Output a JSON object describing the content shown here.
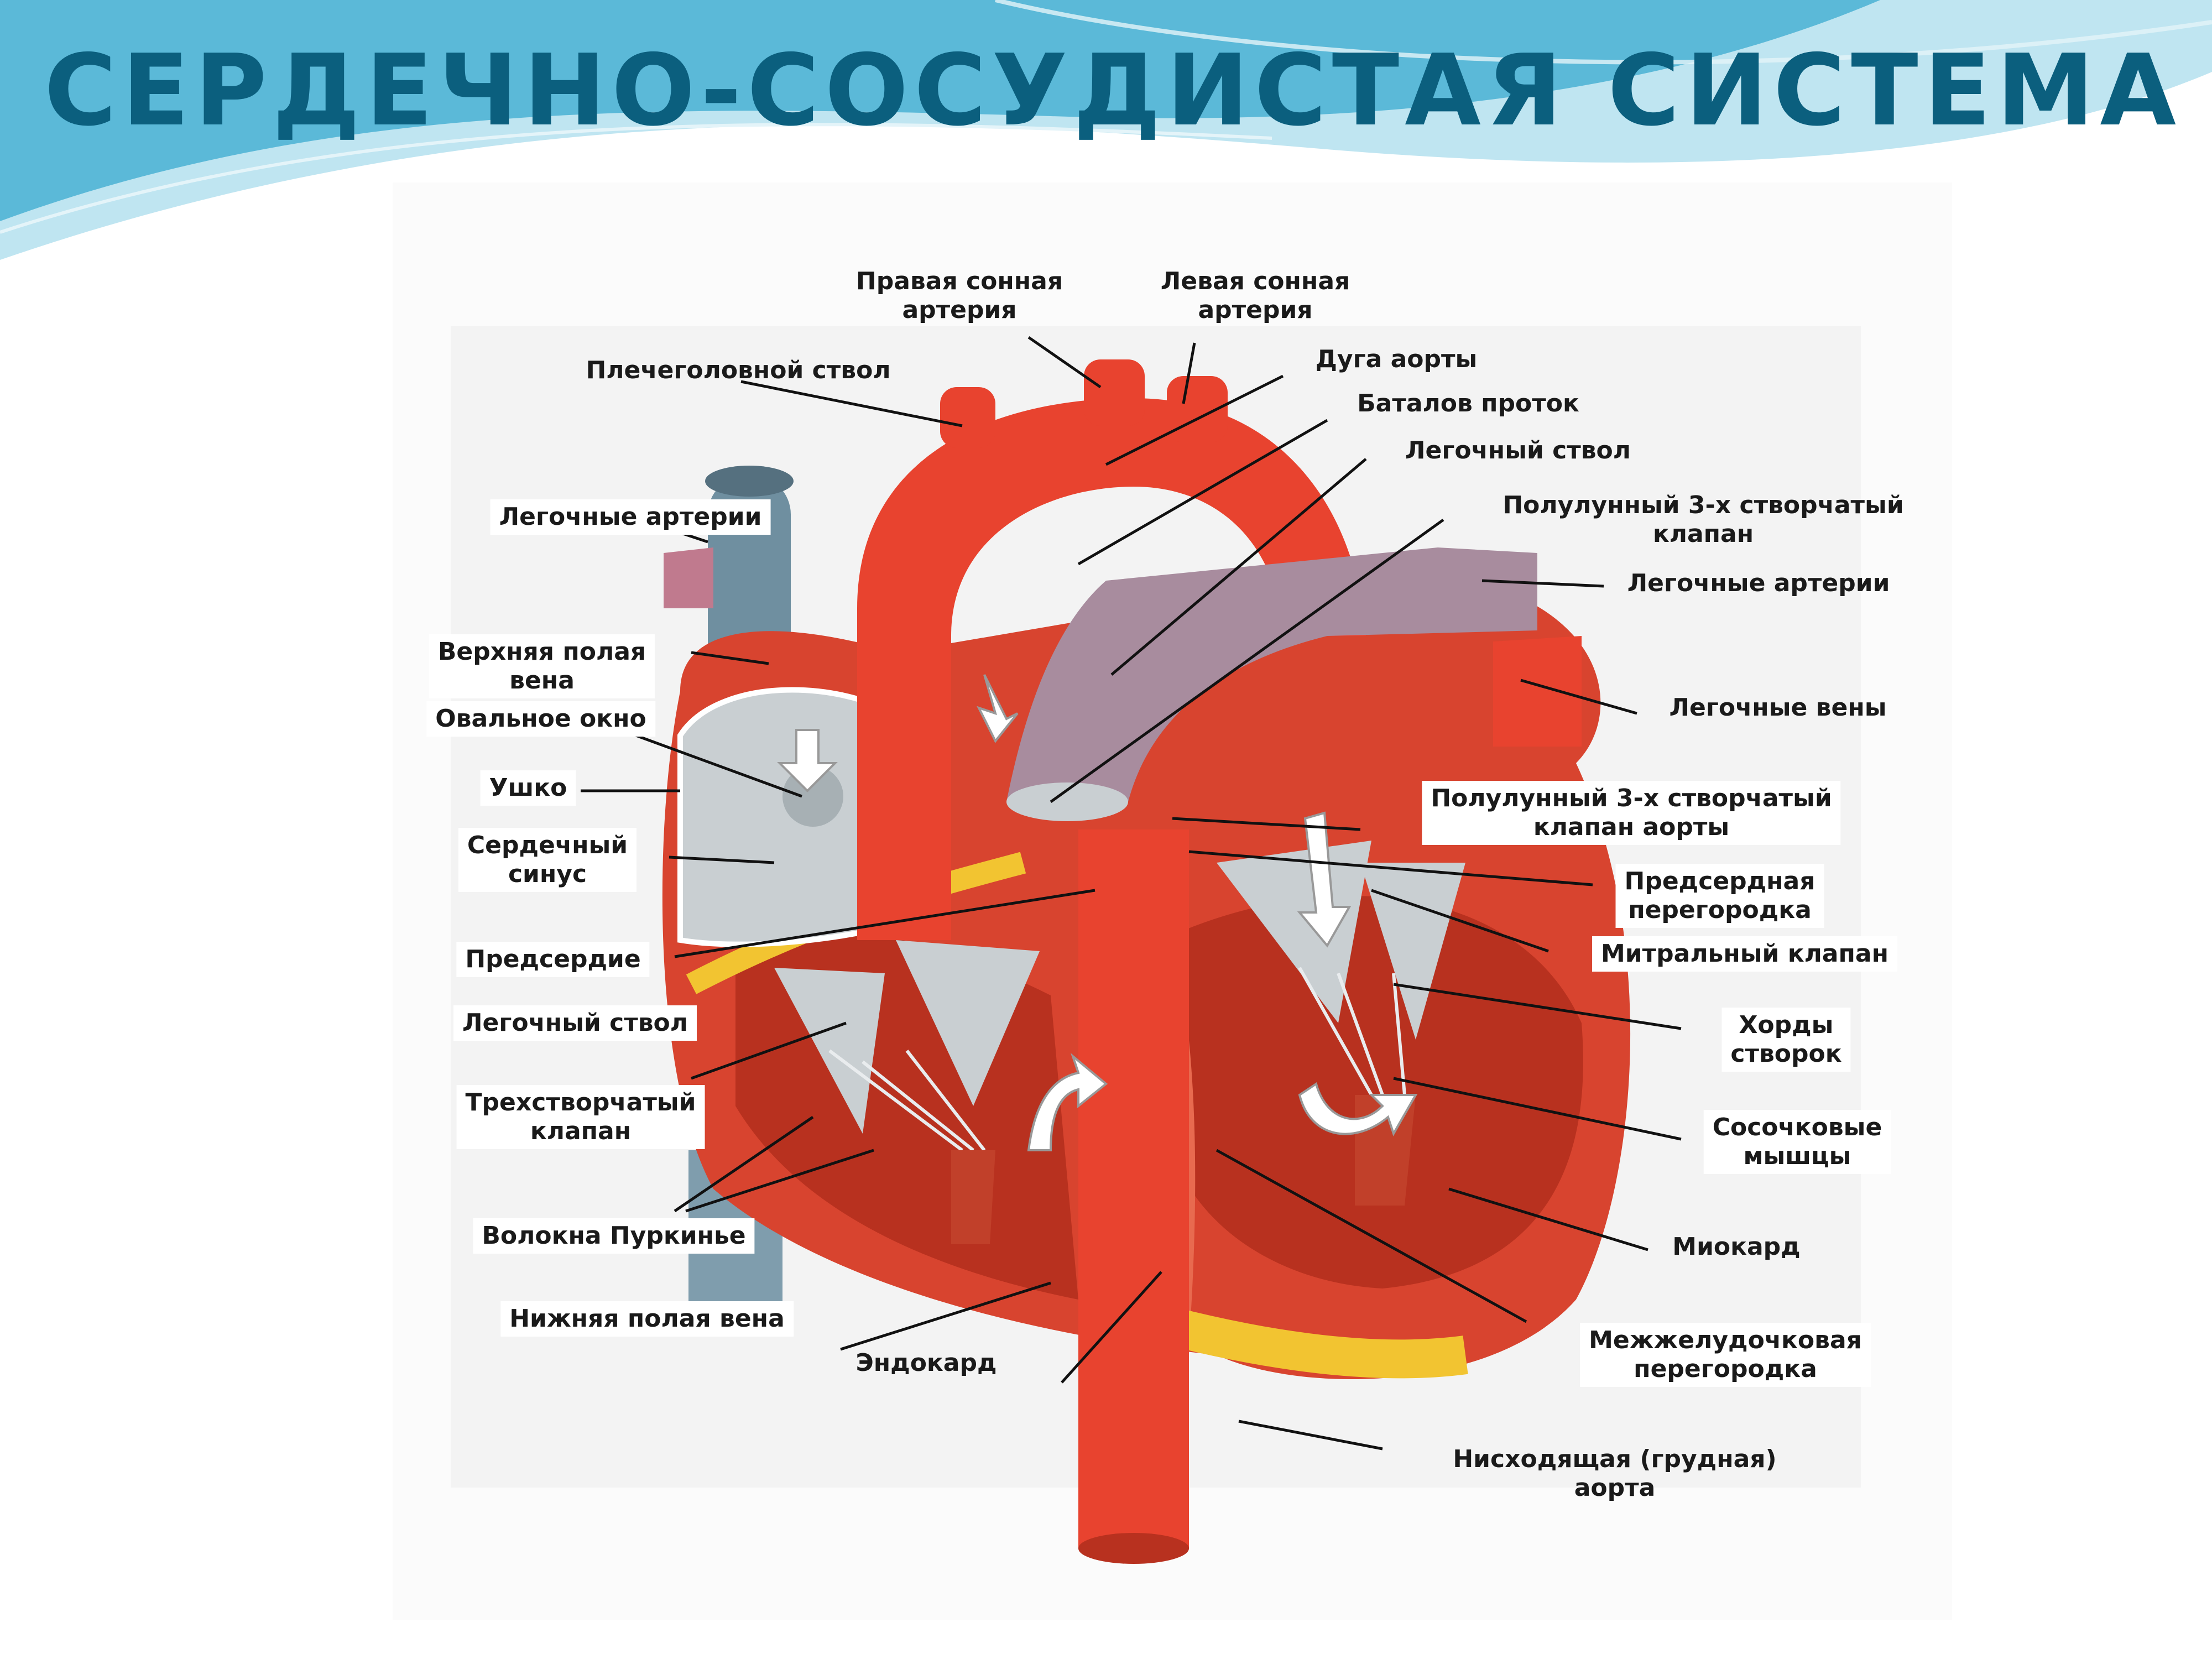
{
  "slide": {
    "title": "СЕРДЕЧНО-СОСУДИСТАЯ СИСТЕМА",
    "title_color": "#0b5f7e",
    "header_wave_colors": [
      "#5bb9d8",
      "#a9dcec",
      "#e4f4f9"
    ]
  },
  "diagram": {
    "subject": "heart-cross-section-icon",
    "colors": {
      "aorta": "#e8432f",
      "pulmonary_trunk": "#a88c9e",
      "vena_cava": "#6f8fa0",
      "myocardium": "#d8442f",
      "fat": "#f2c431",
      "valves": "#c9cfd2"
    },
    "labels": {
      "right_carotid": [
        "Правая сонная",
        "артерия"
      ],
      "left_carotid": [
        "Левая сонная",
        "артерия"
      ],
      "brachiocephalic": [
        "Плечеголовной ствол"
      ],
      "aortic_arch": [
        "Дуга аорты"
      ],
      "ductus": [
        "Баталов проток"
      ],
      "pulm_trunk_top": [
        "Легочный ствол"
      ],
      "semilunar_pulm": [
        "Полулунный 3-х створчатый",
        "клапан"
      ],
      "pulm_arteries_right": [
        "Легочные артерии"
      ],
      "pulm_veins": [
        "Легочные вены"
      ],
      "pulm_arteries_left": [
        "Легочные артерии"
      ],
      "svc": [
        "Верхняя полая",
        "вена"
      ],
      "oval_window": [
        "Овальное окно"
      ],
      "auricle": [
        "Ушко"
      ],
      "coronary_sinus": [
        "Сердечный",
        "синус"
      ],
      "atrium": [
        "Предсердие"
      ],
      "pulm_trunk_left": [
        "Легочный ствол"
      ],
      "tricuspid": [
        "Трехстворчатый",
        "клапан"
      ],
      "purkinje": [
        "Волокна Пуркинье"
      ],
      "ivc": [
        "Нижняя полая вена"
      ],
      "endocardium": [
        "Эндокард"
      ],
      "semilunar_aortic": [
        "Полулунный 3-х створчатый",
        "клапан аорты"
      ],
      "atrial_septum": [
        "Предсердная",
        "перегородка"
      ],
      "mitral": [
        "Митральный клапан"
      ],
      "chordae": [
        "Хорды",
        "створок"
      ],
      "papillary": [
        "Сосочковые",
        "мышцы"
      ],
      "myocardium": [
        "Миокард"
      ],
      "ventricular_septum": [
        "Межжелудочковая",
        "перегородка"
      ],
      "desc_aorta": [
        "Нисходящая (грудная)",
        "аорта"
      ]
    }
  }
}
